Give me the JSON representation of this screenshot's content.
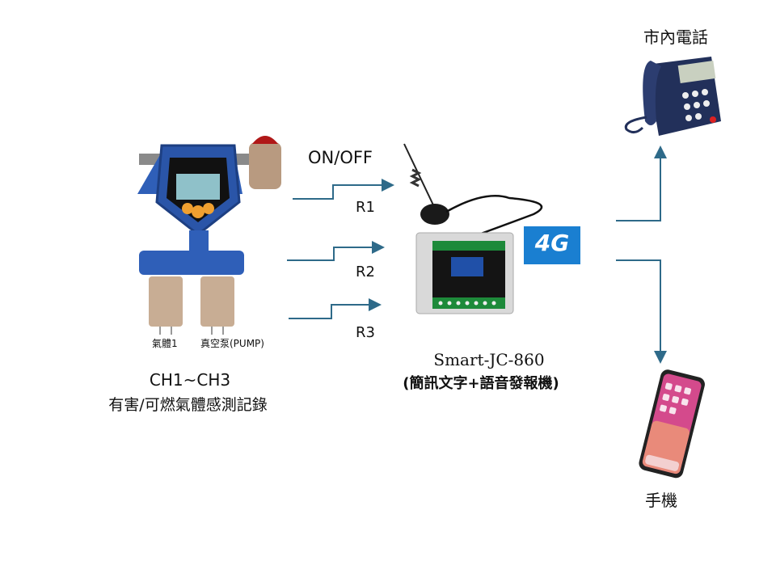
{
  "colors": {
    "connector": "#2e6a89",
    "device_blue": "#2f5fb8",
    "badge_4g": "#1a7fd1"
  },
  "detector": {
    "label_gas": "氣體1",
    "label_pump": "真空泵(PUMP)",
    "title": "CH1~CH3",
    "subtitle": "有害/可燃氣體感測記錄"
  },
  "relays": {
    "signal_label": "ON/OFF",
    "items": [
      {
        "label": "R1"
      },
      {
        "label": "R2"
      },
      {
        "label": "R3"
      }
    ]
  },
  "controller": {
    "model": "Smart-JC-860",
    "description": "(簡訊文字+語音發報機)",
    "badge": "4G"
  },
  "outputs": {
    "landline_label": "市內電話",
    "mobile_label": "手機"
  }
}
